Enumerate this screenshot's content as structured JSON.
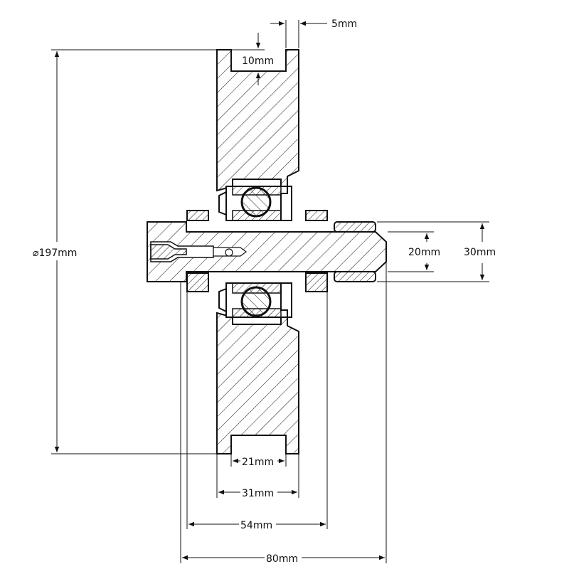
{
  "drawing": {
    "line_color": "#111111",
    "background": "#ffffff"
  },
  "dimensions": {
    "rim_slot_width": "5mm",
    "groove_depth": "10mm",
    "outer_diameter": "197mm",
    "axle_inner": "20mm",
    "axle_outer": "30mm",
    "groove_width": "21mm",
    "wheel_width": "31mm",
    "hub_width": "54mm",
    "axle_length": "80mm"
  },
  "symbols": {
    "diameter": "⌀"
  }
}
